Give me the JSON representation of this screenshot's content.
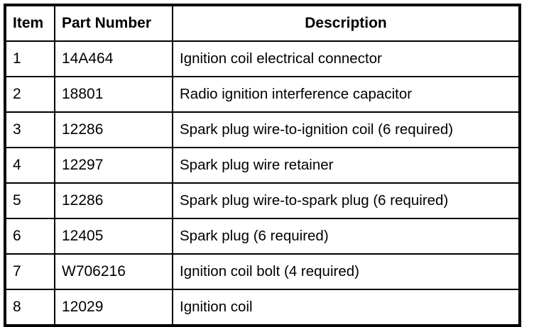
{
  "table": {
    "columns": [
      {
        "key": "item",
        "label": "Item",
        "align": "left"
      },
      {
        "key": "part_number",
        "label": "Part Number",
        "align": "left"
      },
      {
        "key": "description",
        "label": "Description",
        "align": "center"
      }
    ],
    "rows": [
      {
        "item": "1",
        "part_number": "14A464",
        "description": "Ignition coil electrical connector"
      },
      {
        "item": "2",
        "part_number": "18801",
        "description": "Radio ignition interference capacitor"
      },
      {
        "item": "3",
        "part_number": "12286",
        "description": "Spark plug wire-to-ignition coil (6 required)"
      },
      {
        "item": "4",
        "part_number": "12297",
        "description": "Spark plug wire retainer"
      },
      {
        "item": "5",
        "part_number": "12286",
        "description": "Spark plug wire-to-spark plug (6 required)"
      },
      {
        "item": "6",
        "part_number": "12405",
        "description": "Spark plug (6 required)"
      },
      {
        "item": "7",
        "part_number": "W706216",
        "description": "Ignition coil bolt (4 required)"
      },
      {
        "item": "8",
        "part_number": "12029",
        "description": "Ignition coil"
      }
    ]
  },
  "colors": {
    "ink": "#000000",
    "background": "#ffffff",
    "border": "#000000"
  }
}
